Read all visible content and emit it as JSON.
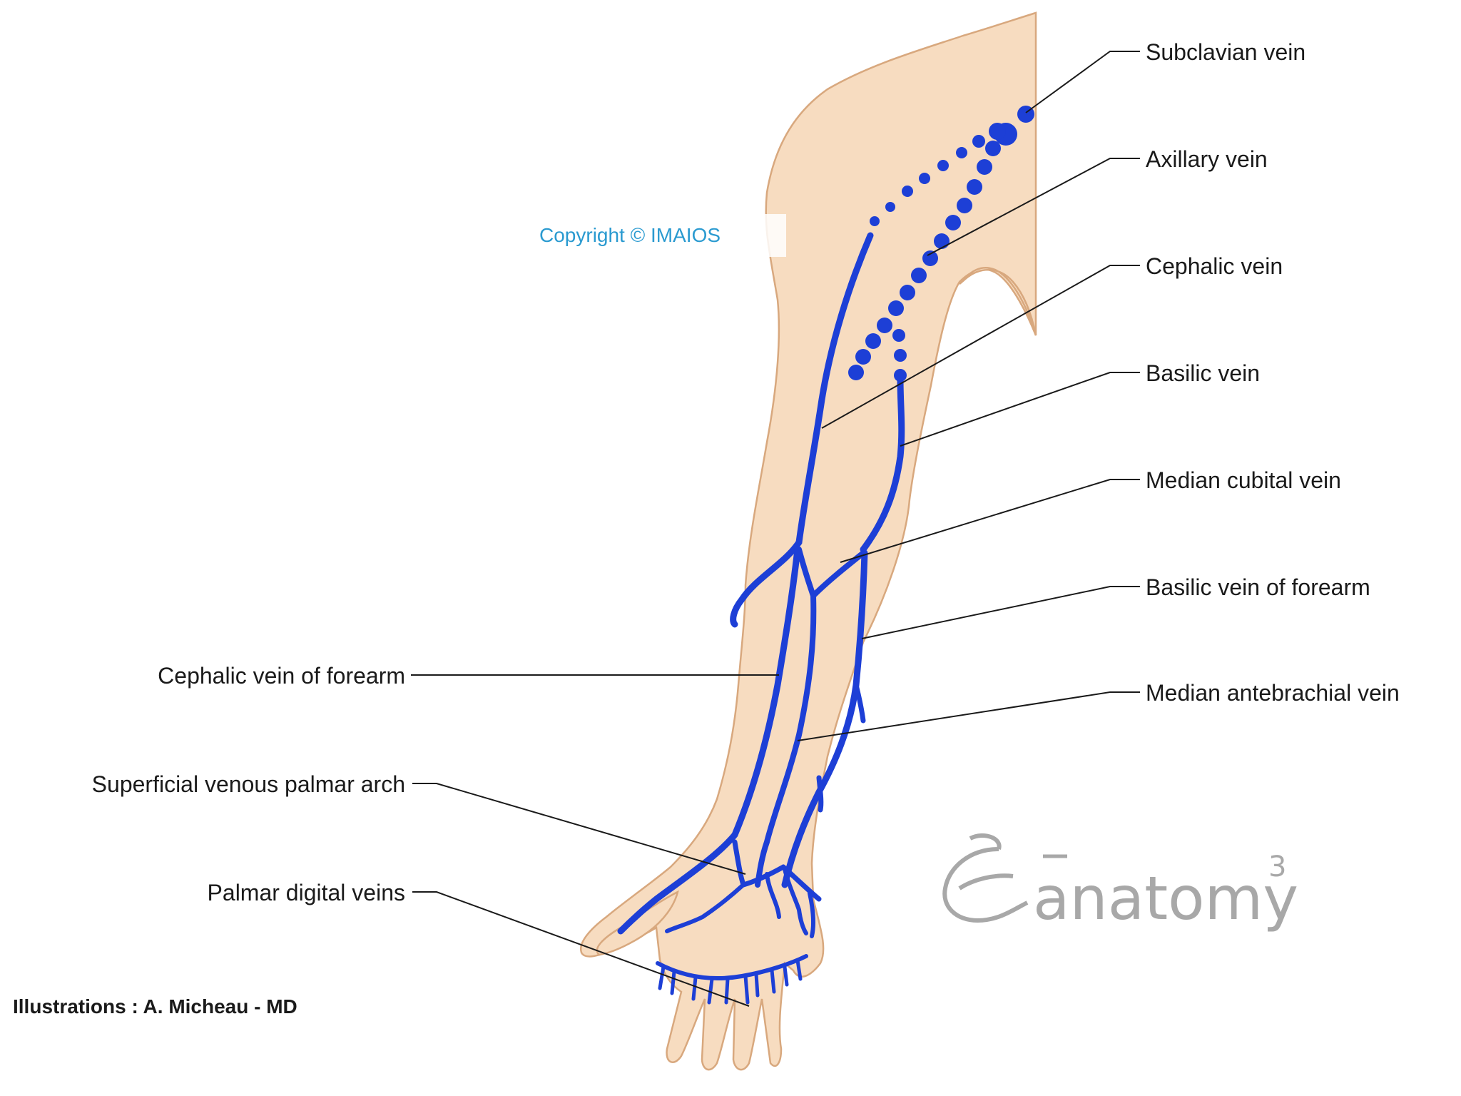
{
  "labels": {
    "subclavian_vein": "Subclavian vein",
    "axillary_vein": "Axillary vein",
    "cephalic_vein": "Cephalic vein",
    "basilic_vein": "Basilic vein",
    "median_cubital_vein": "Median cubital vein",
    "basilic_vein_of_forearm": "Basilic vein of forearm",
    "median_antebrachial_vein": "Median antebrachial vein",
    "cephalic_vein_of_forearm": "Cephalic vein of forearm",
    "superficial_venous_palmar_arch": "Superficial venous palmar arch",
    "palmar_digital_veins": "Palmar digital veins"
  },
  "copyright": "Copyright © IMAIOS",
  "credit": "Illustrations : A. Micheau - MD",
  "logo": {
    "text": "anatomy",
    "superscript": "3"
  },
  "colors": {
    "vein": "#1d3fd6",
    "skin": "#f7dcc0",
    "skin_outline": "#d8a87e",
    "copyright_text": "#2a9ad0",
    "logo_gray": "#a8a8a8"
  }
}
